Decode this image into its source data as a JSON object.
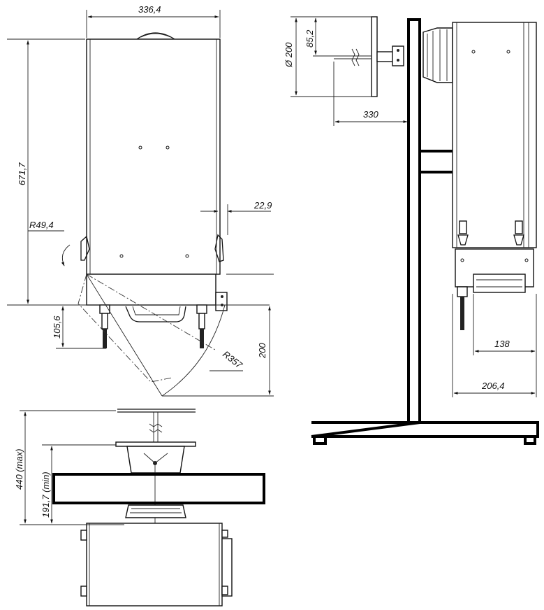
{
  "dimensions": {
    "width_top": "336,4",
    "height_left": "671,7",
    "offset_right": "22,9",
    "radius_small": "R49,4",
    "bottom_height": "105,6",
    "radius_large": "R357",
    "swing_height": "200",
    "pipe_diameter": "Ø 200",
    "pipe_offset": "85,2",
    "wall_distance": "330",
    "side_bottom_width": "138",
    "side_depth": "206,4",
    "max_height": "440 (max)",
    "min_height": "191,7 (min)"
  }
}
